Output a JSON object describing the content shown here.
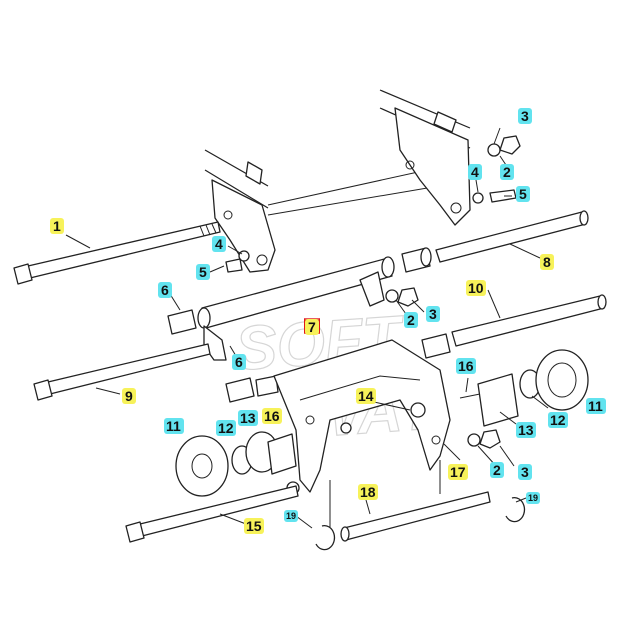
{
  "callouts": [
    {
      "label": "1",
      "style": "yellow"
    },
    {
      "label": "2",
      "style": "cyan"
    },
    {
      "label": "3",
      "style": "cyan"
    },
    {
      "label": "4",
      "style": "cyan"
    },
    {
      "label": "5",
      "style": "cyan"
    },
    {
      "label": "4",
      "style": "cyan"
    },
    {
      "label": "5",
      "style": "cyan"
    },
    {
      "label": "6",
      "style": "cyan"
    },
    {
      "label": "2",
      "style": "cyan"
    },
    {
      "label": "3",
      "style": "cyan"
    },
    {
      "label": "7",
      "style": "yellow"
    },
    {
      "label": "8",
      "style": "yellow"
    },
    {
      "label": "9",
      "style": "yellow"
    },
    {
      "label": "10",
      "style": "yellow"
    },
    {
      "label": "6",
      "style": "cyan"
    },
    {
      "label": "11",
      "style": "cyan"
    },
    {
      "label": "12",
      "style": "cyan"
    },
    {
      "label": "13",
      "style": "cyan"
    },
    {
      "label": "16",
      "style": "yellow"
    },
    {
      "label": "14",
      "style": "yellow"
    },
    {
      "label": "16",
      "style": "cyan"
    },
    {
      "label": "13",
      "style": "cyan"
    },
    {
      "label": "12",
      "style": "cyan"
    },
    {
      "label": "11",
      "style": "cyan"
    },
    {
      "label": "17",
      "style": "yellow"
    },
    {
      "label": "2",
      "style": "cyan"
    },
    {
      "label": "3",
      "style": "cyan"
    },
    {
      "label": "18",
      "style": "yellow"
    },
    {
      "label": "15",
      "style": "yellow"
    },
    {
      "label": "19",
      "style": "cyan"
    },
    {
      "label": "19",
      "style": "cyan"
    }
  ],
  "colors": {
    "yellow_highlight": "#f7f25a",
    "cyan_highlight": "#62e3ef",
    "line": "#222222",
    "watermark": "#d6d6d6",
    "marker": "#e0161a"
  },
  "watermark": {
    "line1": "SOFT",
    "line2": "WAY"
  },
  "marker_icon": "crosshair-marker-icon"
}
